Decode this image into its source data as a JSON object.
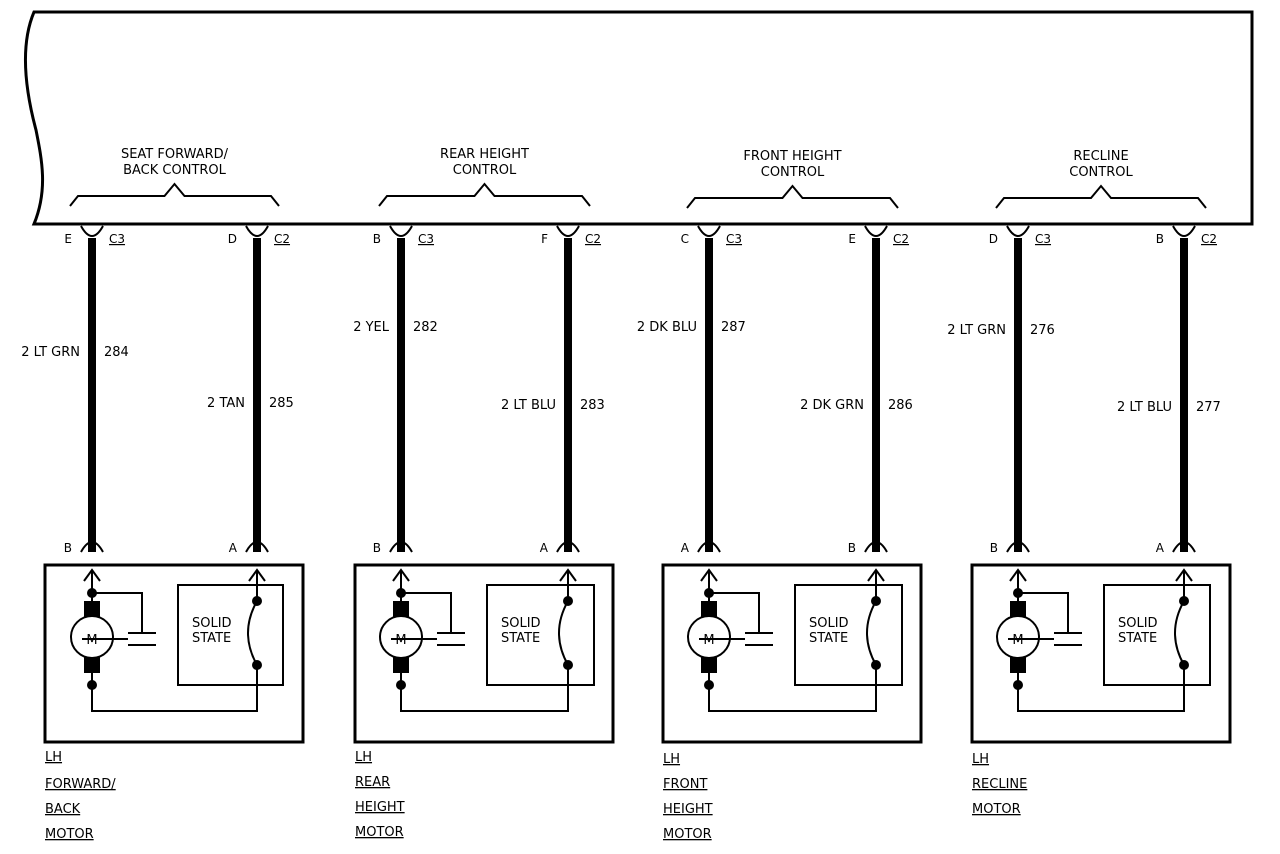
{
  "controls": [
    {
      "header": [
        "SEAT FORWARD/",
        "BACK CONTROL"
      ],
      "left": {
        "pin": "E",
        "connector": "C3",
        "wire_size": "2",
        "wire_color": "LT GRN",
        "circuit": "284",
        "motor_pin": "B"
      },
      "right": {
        "pin": "D",
        "connector": "C2",
        "wire_size": "2",
        "wire_color": "TAN",
        "circuit": "285",
        "motor_pin": "A"
      },
      "motor_symbol": "M",
      "solid_state": [
        "SOLID",
        "STATE"
      ],
      "motor_label": [
        "LH",
        "FORWARD/",
        "BACK",
        "MOTOR"
      ]
    },
    {
      "header": [
        "REAR HEIGHT",
        "CONTROL"
      ],
      "left": {
        "pin": "B",
        "connector": "C3",
        "wire_size": "2",
        "wire_color": "YEL",
        "circuit": "282",
        "motor_pin": "B"
      },
      "right": {
        "pin": "F",
        "connector": "C2",
        "wire_size": "2",
        "wire_color": "LT BLU",
        "circuit": "283",
        "motor_pin": "A"
      },
      "motor_symbol": "M",
      "solid_state": [
        "SOLID",
        "STATE"
      ],
      "motor_label": [
        "LH",
        "REAR",
        "HEIGHT",
        "MOTOR"
      ]
    },
    {
      "header": [
        "FRONT HEIGHT",
        "CONTROL"
      ],
      "left": {
        "pin": "C",
        "connector": "C3",
        "wire_size": "2",
        "wire_color": "DK BLU",
        "circuit": "287",
        "motor_pin": "A"
      },
      "right": {
        "pin": "E",
        "connector": "C2",
        "wire_size": "2",
        "wire_color": "DK GRN",
        "circuit": "286",
        "motor_pin": "B"
      },
      "motor_symbol": "M",
      "solid_state": [
        "SOLID",
        "STATE"
      ],
      "motor_label": [
        "LH",
        "FRONT",
        "HEIGHT",
        "MOTOR"
      ]
    },
    {
      "header": [
        "RECLINE",
        "CONTROL"
      ],
      "left": {
        "pin": "D",
        "connector": "C3",
        "wire_size": "2",
        "wire_color": "LT GRN",
        "circuit": "276",
        "motor_pin": "B"
      },
      "right": {
        "pin": "B",
        "connector": "C2",
        "wire_size": "2",
        "wire_color": "LT BLU",
        "circuit": "277",
        "motor_pin": "A"
      },
      "motor_symbol": "M",
      "solid_state": [
        "SOLID",
        "STATE"
      ],
      "motor_label": [
        "LH",
        "RECLINE",
        "MOTOR"
      ]
    }
  ]
}
